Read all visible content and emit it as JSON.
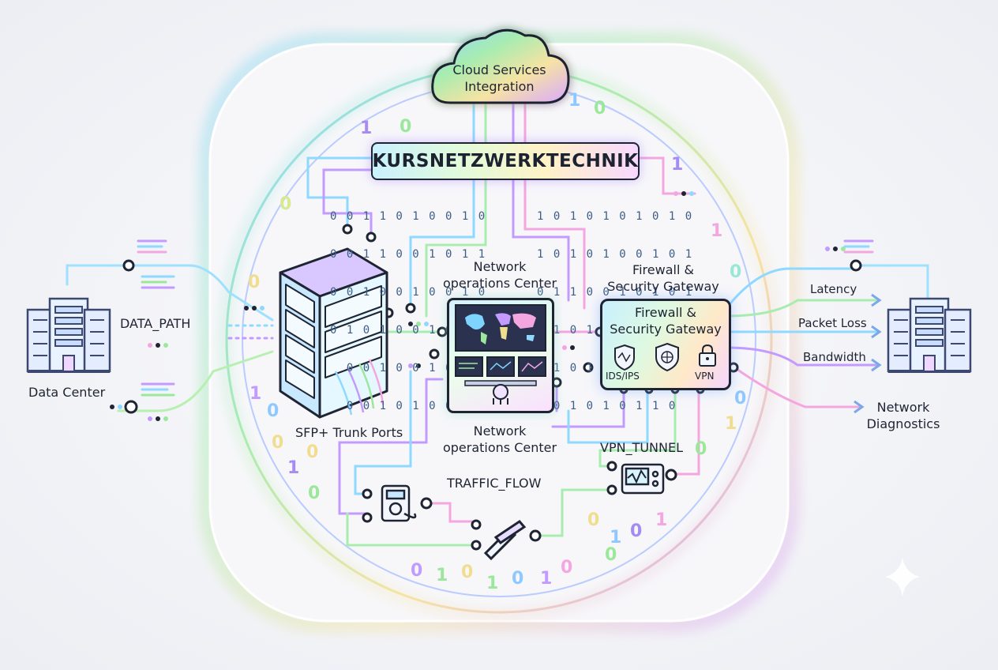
{
  "title": "KURSNETZWERKTECHNIK",
  "cloud": {
    "label_line1": "Cloud Services",
    "label_line2": "Integration"
  },
  "left": {
    "data_center": "Data Center",
    "data_path": "DATA_PATH"
  },
  "server_rack": {
    "label": "SFP+ Trunk Ports"
  },
  "noc": {
    "top_line1": "Network",
    "top_line2": "operations Center",
    "bottom_line1": "Network",
    "bottom_line2": "operations Center"
  },
  "firewall": {
    "outer_line1": "Firewall &",
    "outer_line2": "Security Gateway",
    "inner_line1": "Firewall &",
    "inner_line2": "Security Gateway",
    "features": [
      "IDS/IPS",
      "VPN"
    ]
  },
  "links": {
    "vpn_tunnel": "VPN_TUNNEL",
    "traffic_flow": "TRAFFIC_FLOW"
  },
  "metrics": [
    "Latency",
    "Packet Loss",
    "Bandwidth"
  ],
  "diagnostics": {
    "line1": "Network",
    "line2": "Diagnostics"
  },
  "binary_left": [
    "0 0 1 1 0 1 0 0 1 0",
    "0 0 1 1 0 0 1 0 1 1",
    "0 0 1 0 0 1 0 0 1 0",
    "0 1 0 1 0 0 1 0 1 0",
    "  0 0 1 0 0 1 0 1",
    "  0 0 1 0 1 0 0 1"
  ],
  "binary_right": [
    "1 0 1 0 1 0 1 0 1 0",
    "1 0 1 0 1 0 0 1 0 1",
    "0 1 1 0 0 1 0 1 0 1",
    "1 1 0 1 0 1 0 0 1 0",
    "  1 0 1 0 0 1 0 1",
    "  0 1 0 1 0 1 1 0"
  ],
  "colors": {
    "outline": "#1f2433",
    "cyan": "#7fd4ff",
    "green": "#9be79b",
    "purple": "#c39bff",
    "pink": "#f3a6e0"
  }
}
